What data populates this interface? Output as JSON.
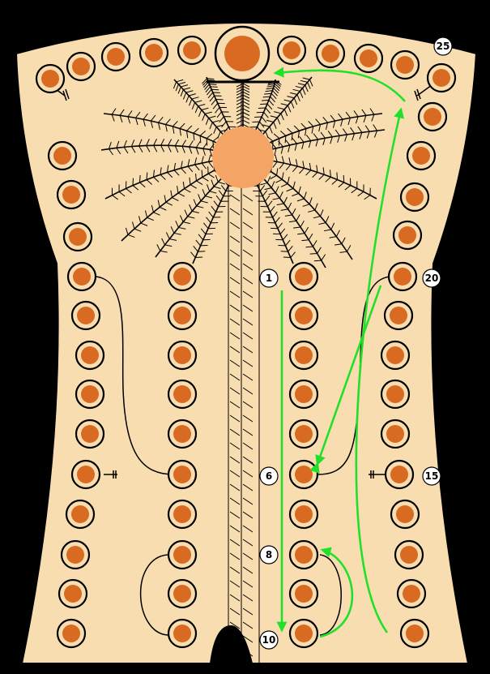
{
  "board": {
    "colors": {
      "board_fill": "#f8ddb0",
      "peg": "#d86a22",
      "sun": "#f4a464",
      "arrow": "#22e02a",
      "background": "#000000"
    },
    "labels": [
      {
        "id": "1",
        "text": "1"
      },
      {
        "id": "6",
        "text": "6"
      },
      {
        "id": "8",
        "text": "8"
      },
      {
        "id": "10",
        "text": "10"
      },
      {
        "id": "15",
        "text": "15"
      },
      {
        "id": "20",
        "text": "20"
      },
      {
        "id": "25",
        "text": "25"
      }
    ],
    "icons": [
      "palm-tree-icon",
      "sun-icon",
      "shen-ring-icon"
    ]
  }
}
